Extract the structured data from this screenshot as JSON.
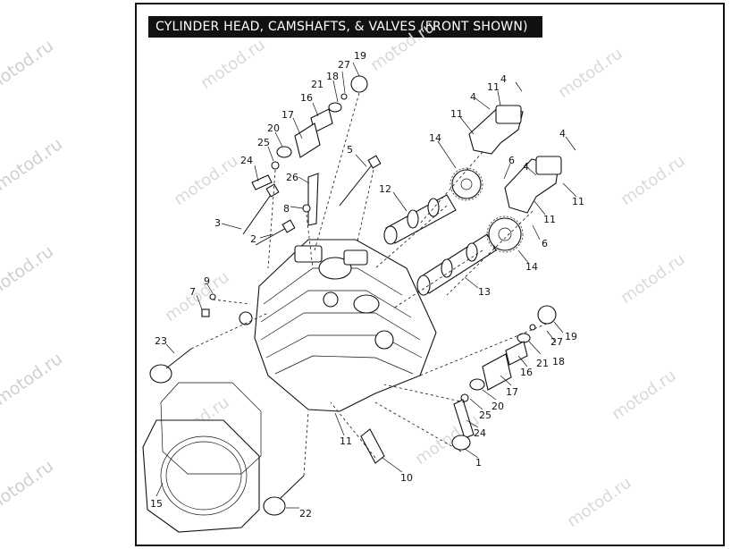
{
  "title": "CYLINDER  HEAD, CAMSHAFTS,  & VALVES  (FRONT SHOWN)",
  "watermark": "motod.ru",
  "callouts": [
    "1",
    "2",
    "3",
    "4",
    "4",
    "4",
    "4",
    "5",
    "6",
    "6",
    "7",
    "8",
    "9",
    "10",
    "11",
    "11",
    "11",
    "11",
    "11",
    "12",
    "13",
    "14",
    "14",
    "15",
    "16",
    "16",
    "17",
    "17",
    "18",
    "18",
    "19",
    "19",
    "20",
    "20",
    "21",
    "21",
    "22",
    "23",
    "24",
    "24",
    "25",
    "25",
    "26",
    "27",
    "27"
  ]
}
